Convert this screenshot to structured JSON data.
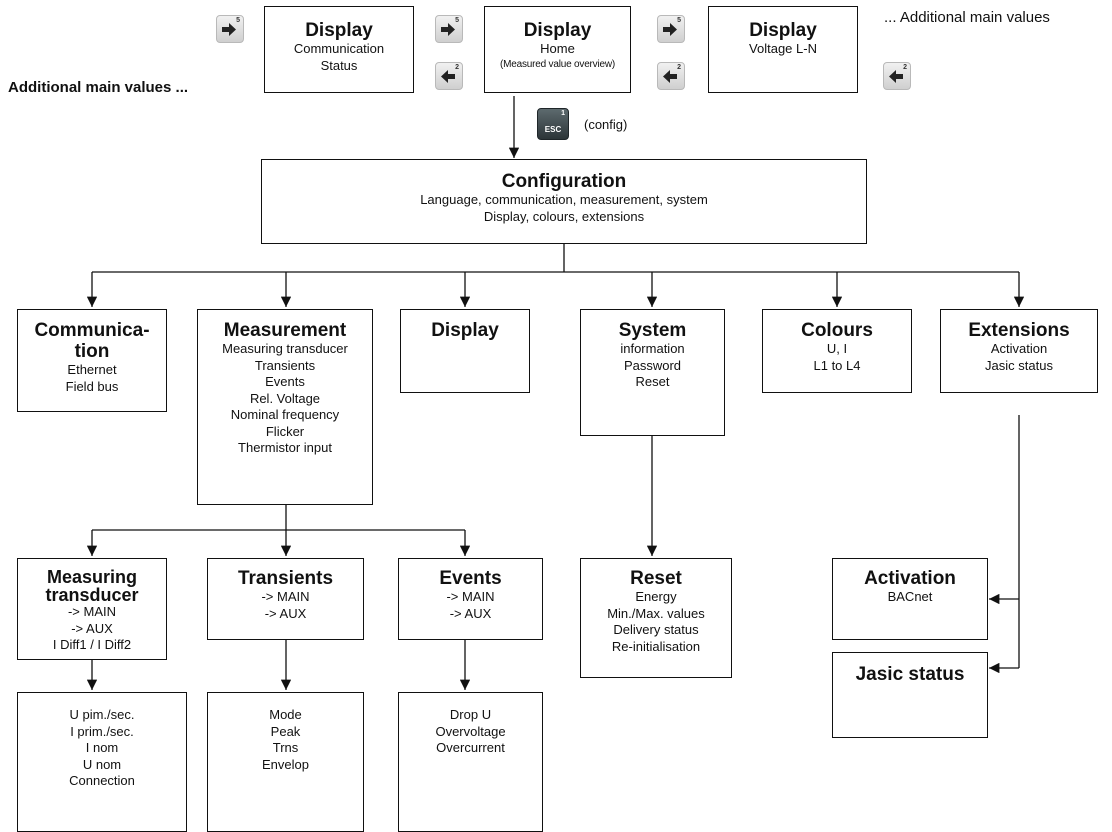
{
  "header": {
    "additional_right": "... Additional main values",
    "additional_left": "Additional main values ...",
    "esc_key": "ESC",
    "esc_number": "1",
    "config_hint": "(config)"
  },
  "display_boxes": [
    {
      "title": "Display",
      "lines": [
        "Communication",
        "Status"
      ]
    },
    {
      "title": "Display",
      "lines": [
        "Home",
        "(Measured value overview)"
      ]
    },
    {
      "title": "Display",
      "lines": [
        "Voltage L-N"
      ]
    }
  ],
  "keys": {
    "right_number": "5",
    "left_number": "2"
  },
  "configuration": {
    "title": "Configuration",
    "lines": [
      "Language, communication, measurement, system",
      "Display, colours, extensions"
    ]
  },
  "level2": {
    "communication": {
      "title_1": "Communica-",
      "title_2": "tion",
      "lines": [
        "Ethernet",
        "Field bus"
      ]
    },
    "measurement": {
      "title": "Measurement",
      "lines": [
        "Measuring transducer",
        "Transients",
        "Events",
        "Rel. Voltage",
        "Nominal frequency",
        "Flicker",
        "Thermistor input"
      ]
    },
    "display": {
      "title": "Display"
    },
    "system": {
      "title": "System",
      "lines": [
        "information",
        "Password",
        "Reset"
      ]
    },
    "colours": {
      "title": "Colours",
      "lines": [
        "U, I",
        "L1 to L4"
      ]
    },
    "extensions": {
      "title": "Extensions",
      "lines": [
        "Activation",
        "Jasic status"
      ]
    }
  },
  "level3": {
    "measuring_transducer": {
      "title_1": "Measuring",
      "title_2": "transducer",
      "lines": [
        "-> MAIN",
        "-> AUX",
        "I Diff1 / I Diff2"
      ]
    },
    "transients": {
      "title": "Transients",
      "lines": [
        "-> MAIN",
        "-> AUX"
      ]
    },
    "events": {
      "title": "Events",
      "lines": [
        "-> MAIN",
        "-> AUX"
      ]
    },
    "reset": {
      "title": "Reset",
      "lines": [
        "Energy",
        "Min./Max. values",
        "Delivery status",
        "Re-initialisation"
      ]
    },
    "activation": {
      "title": "Activation",
      "lines": [
        "BACnet"
      ]
    },
    "jasic_status": {
      "title": "Jasic status"
    }
  },
  "level4": {
    "transducer_details": {
      "lines": [
        "U pim./sec.",
        "I prim./sec.",
        "I nom",
        "U nom",
        "Connection"
      ]
    },
    "transients_details": {
      "lines": [
        "Mode",
        "Peak",
        "Trns",
        "Envelop"
      ]
    },
    "events_details": {
      "lines": [
        "Drop U",
        "Overvoltage",
        "Overcurrent"
      ]
    }
  }
}
